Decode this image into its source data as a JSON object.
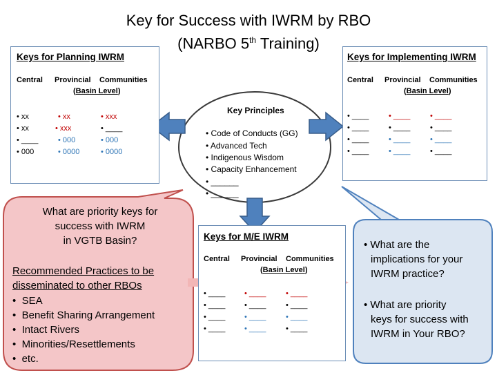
{
  "title": {
    "line1": "Key for Success with IWRM by RBO",
    "line2_prefix": "(NARBO 5",
    "line2_sup": "th",
    "line2_suffix": " Training)"
  },
  "planning": {
    "title": "Keys for Planning  IWRM",
    "col_central": "Central",
    "col_provincial": "Provincial",
    "col_communities": "Communities",
    "basin_level": "Basin Level",
    "rows": [
      [
        "xx",
        "xx",
        "xxx"
      ],
      [
        "xx",
        "xxx",
        "____"
      ],
      [
        "____",
        "000",
        "000"
      ],
      [
        "000",
        "0000",
        "0000"
      ]
    ]
  },
  "implementing": {
    "title": "Keys for Implementing  IWRM",
    "col_central": "Central",
    "col_provincial": "Provincial",
    "col_communities": "Communities",
    "basin_level": "Basin Level",
    "rows": [
      [
        "____",
        "____",
        "____"
      ],
      [
        "____",
        "____",
        "____"
      ],
      [
        "____",
        "____",
        "____"
      ],
      [
        "____",
        "____",
        "____"
      ]
    ]
  },
  "me": {
    "title": "Keys for M/E  IWRM",
    "col_central": "Central",
    "col_provincial": "Provincial",
    "col_communities": "Communities",
    "basin_level": "Basin Level",
    "rows": [
      [
        "____",
        "____",
        "____"
      ],
      [
        "____",
        "____",
        "____"
      ],
      [
        "____",
        "____",
        "____"
      ],
      [
        "____",
        "____",
        "____"
      ]
    ]
  },
  "principles": {
    "title": "Key Principles",
    "items": [
      "Code of Conducts (GG)",
      "Advanced Tech",
      "Indigenous  Wisdom",
      "Capacity Enhancement",
      "______",
      "______"
    ]
  },
  "pink_bubble": {
    "question": [
      "What are priority keys for",
      "success with IWRM",
      "in VGTB Basin?"
    ],
    "recommended": [
      "Recommended Practices to be",
      "disseminated to other RBOs"
    ],
    "items": [
      "SEA",
      "Benefit Sharing Arrangement",
      "Intact Rivers",
      "Minorities/Resettlements",
      "etc."
    ]
  },
  "blue_bubble": {
    "q1": [
      "What are the",
      "implications for your",
      "IWRM practice?"
    ],
    "q2": [
      "What are priority",
      "keys for success with",
      "IWRM in Your RBO?"
    ]
  },
  "colors": {
    "box_border": "#6b8db5",
    "arrow_fill": "#4f81bd",
    "arrow_stroke": "#385d8a",
    "pink_fill": "#f4c6c8",
    "pink_stroke": "#c0504d",
    "blue_fill": "#dce6f2",
    "blue_stroke": "#4f81bd",
    "dash_arrow": "#f2b6b6",
    "red_text": "#c00000",
    "blue_text": "#2e75b6"
  }
}
